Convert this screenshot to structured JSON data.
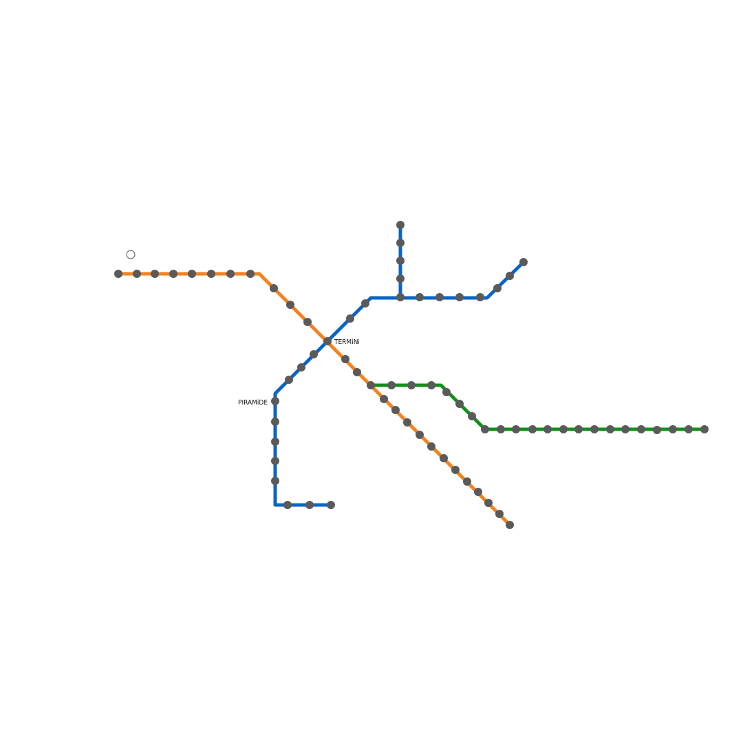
{
  "lines": [
    {
      "name": "orange-line",
      "color": "#f5821f"
    },
    {
      "name": "blue-line",
      "color": "#0a64c6"
    },
    {
      "name": "green-line",
      "color": "#13901c"
    }
  ],
  "station_color": "#5a5a5a",
  "labels": {
    "termini": "TERMiNi",
    "piramide": "PIRAMiDE"
  },
  "legend_marker": "open-circle-icon"
}
